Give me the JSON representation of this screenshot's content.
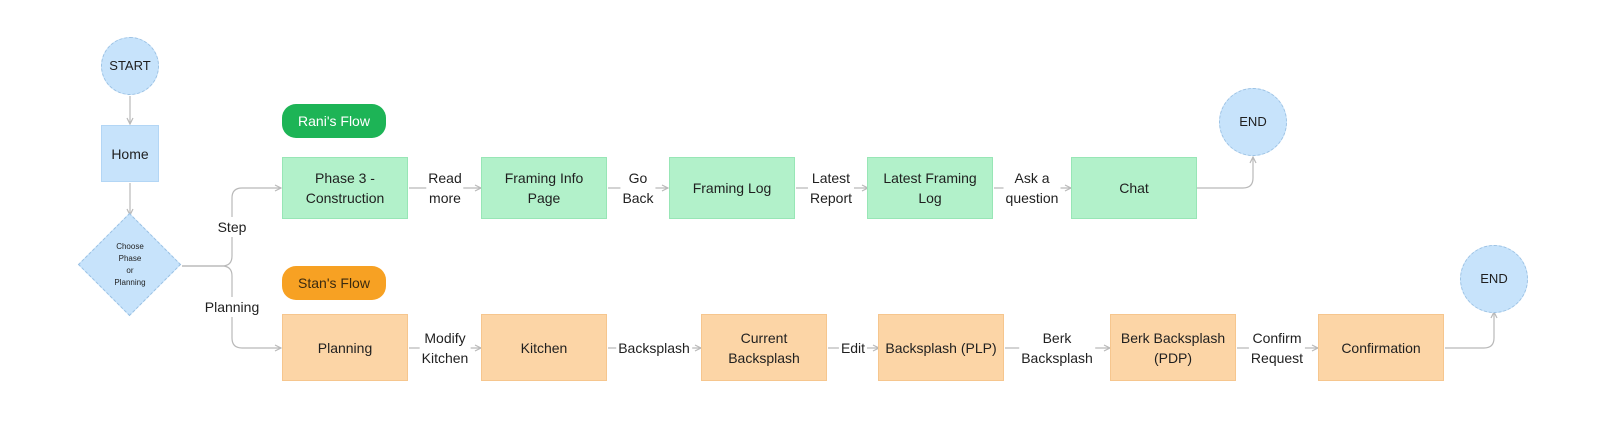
{
  "nodes": {
    "start": "START",
    "home": "Home",
    "choose": "Choose\nPhase\nor\nPlanning",
    "rani_pill": "Rani's Flow",
    "stan_pill": "Stan's Flow",
    "end_top": "END",
    "end_bottom": "END",
    "rani": [
      "Phase 3 -\nConstruction",
      "Framing Info\nPage",
      "Framing Log",
      "Latest Framing\nLog",
      "Chat"
    ],
    "stan": [
      "Planning",
      "Kitchen",
      "Current\nBacksplash",
      "Backsplash (PLP)",
      "Berk Backsplash\n(PDP)",
      "Confirmation"
    ]
  },
  "edge_labels": {
    "step": "Step",
    "planning": "Planning",
    "rani": [
      "Read\nmore",
      "Go\nBack",
      "Latest\nReport",
      "Ask a\nquestion"
    ],
    "stan": [
      "Modify\nKitchen",
      "Backsplash",
      "Edit",
      "Berk\nBacksplash",
      "Confirm\nRequest"
    ]
  },
  "colors": {
    "rani_pill": "#1db456",
    "stan_pill": "#f7a123",
    "green_node": "#b2f1ca",
    "orange_node": "#fcd5a6",
    "blue_node": "#c7e3fb",
    "edge": "#b9b9b9"
  }
}
